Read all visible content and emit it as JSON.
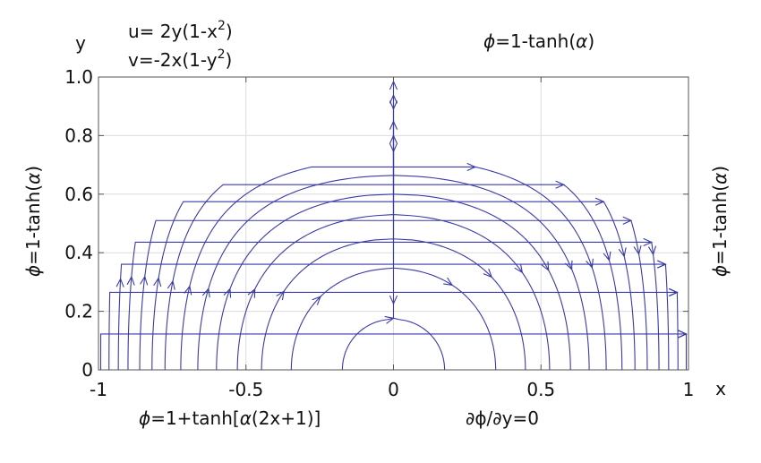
{
  "chart_data": {
    "type": "streamline",
    "xlabel": "x",
    "ylabel": "y",
    "xlim": [
      -1,
      1
    ],
    "ylim": [
      0,
      1
    ],
    "x_ticks": [
      "-1",
      "-0.5",
      "0",
      "0.5",
      "1"
    ],
    "y_ticks": [
      "0",
      "0.2",
      "0.4",
      "0.6",
      "0.8",
      "1.0"
    ],
    "grid": true,
    "equations": {
      "u": {
        "base": "u= 2y(1-x",
        "sup": "2",
        "tail": ")"
      },
      "v": {
        "base": "v=-2x(1-y",
        "sup": "2",
        "tail": ")"
      }
    },
    "stream_function_levels": [
      0.03,
      0.12,
      0.2,
      0.28,
      0.36,
      0.44,
      0.52,
      0.6,
      0.67,
      0.74,
      0.81,
      0.87,
      0.93,
      0.985
    ],
    "boundary_conditions": {
      "top": {
        "phi": "ϕ",
        "rest": "=1-tanh(",
        "alpha": "α",
        "close": ")"
      },
      "left": {
        "phi": "ϕ",
        "rest": "=1-tanh(",
        "alpha": "α",
        "close": ")"
      },
      "right": {
        "phi": "ϕ",
        "rest": "=1-tanh(",
        "alpha": "α",
        "close": ")"
      },
      "bottom_left": {
        "phi": "ϕ",
        "rest": "=1+tanh[",
        "alpha": "α",
        "rest2": "(2x+1)]"
      },
      "bottom_right": {
        "text": "∂ϕ/∂y=0"
      }
    },
    "colors": {
      "streamline": "#3a3aa8",
      "axes": "#555555",
      "grid": "#dcdcdc"
    }
  }
}
